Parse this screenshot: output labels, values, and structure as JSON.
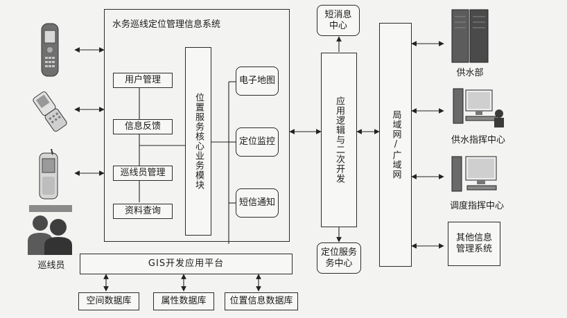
{
  "system": {
    "title": "水务巡线定位管理信息系统",
    "modules": [
      "用户管理",
      "信息反馈",
      "巡线员管理",
      "资料查询"
    ],
    "core": "位置服务核心业务模块",
    "services": [
      "电子地图",
      "定位监控",
      "短信通知"
    ]
  },
  "sms_center": "短消息\n中心",
  "app_logic": "应用逻辑与二次开发",
  "location_center": "定位服务\n务中心",
  "network": "局域网/广域网",
  "gis_platform": "GIS开发应用平台",
  "databases": [
    "空间数据库",
    "属性数据库",
    "位置信息数据库"
  ],
  "patroller_label": "巡线员",
  "right_nodes": {
    "water_supply": "供水部",
    "command_center": "供水指挥中心",
    "dispatch_center": "调度指挥中心",
    "other_systems": "其他信息\n管理系统"
  },
  "icons": {
    "phone_1": "candybar-phone-icon",
    "phone_2": "flip-phone-icon",
    "phone_3": "slider-phone-icon",
    "patrollers": "people-icon",
    "server": "server-tower-icon",
    "workstation_1": "computer-workstation-icon",
    "workstation_2": "computer-workstation-icon"
  }
}
